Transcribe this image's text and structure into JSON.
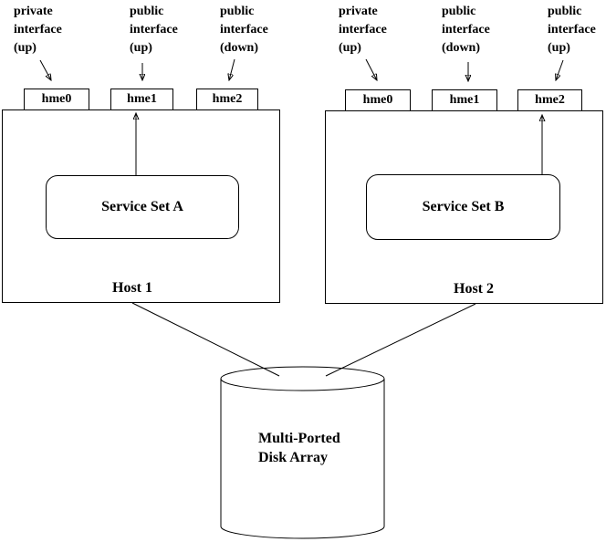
{
  "canvas": {
    "background_color": "#ffffff",
    "line_color": "#000000"
  },
  "hosts": [
    {
      "name": "Host 1",
      "service_set": "Service Set A",
      "interfaces": [
        {
          "name": "hme0",
          "annotation": "private\ninterface\n(up)"
        },
        {
          "name": "hme1",
          "annotation": "public\ninterface\n(up)"
        },
        {
          "name": "hme2",
          "annotation": "public\ninterface\n(down)"
        }
      ]
    },
    {
      "name": "Host 2",
      "service_set": "Service Set B",
      "interfaces": [
        {
          "name": "hme0",
          "annotation": "private\ninterface\n(up)"
        },
        {
          "name": "hme1",
          "annotation": "public\ninterface\n(down)"
        },
        {
          "name": "hme2",
          "annotation": "public\ninterface\n(up)"
        }
      ]
    }
  ],
  "storage": {
    "name": "Multi-Ported\nDisk Array"
  }
}
